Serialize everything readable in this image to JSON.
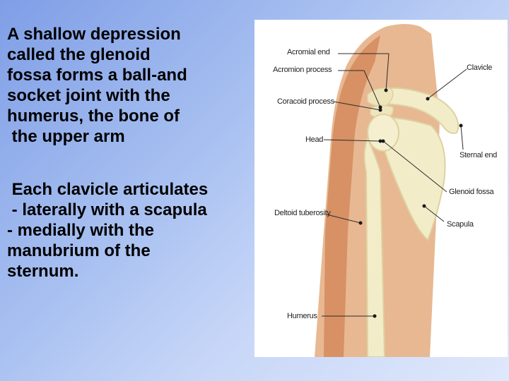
{
  "slide": {
    "paragraph1": [
      "A shallow depression",
      "called the glenoid",
      "fossa forms a ball-and",
      "socket joint with the",
      "humerus, the bone of",
      " the upper arm"
    ],
    "paragraph2": [
      " Each clavicle articulates",
      " - laterally with a scapula",
      "- medially with the",
      "manubrium of the",
      "sternum."
    ]
  },
  "figure": {
    "labels": {
      "acromial_end": "Acromial end",
      "acromion_process": "Acromion process",
      "clavicle": "Clavicle",
      "coracoid_process": "Coracoid process",
      "head": "Head",
      "sternal_end": "Sternal end",
      "glenoid_fossa": "Glenoid fossa",
      "deltoid_tuberosity": "Deltoid tuberosity",
      "scapula": "Scapula",
      "humerus": "Humerus"
    }
  },
  "colors": {
    "background_gradient": [
      "#7f9ee6",
      "#dfe8fb"
    ],
    "skin": "#e8b892",
    "muscle": "#d48a5c",
    "bone": "#f3ecc8",
    "bone_shadow": "#ddd2a0"
  }
}
